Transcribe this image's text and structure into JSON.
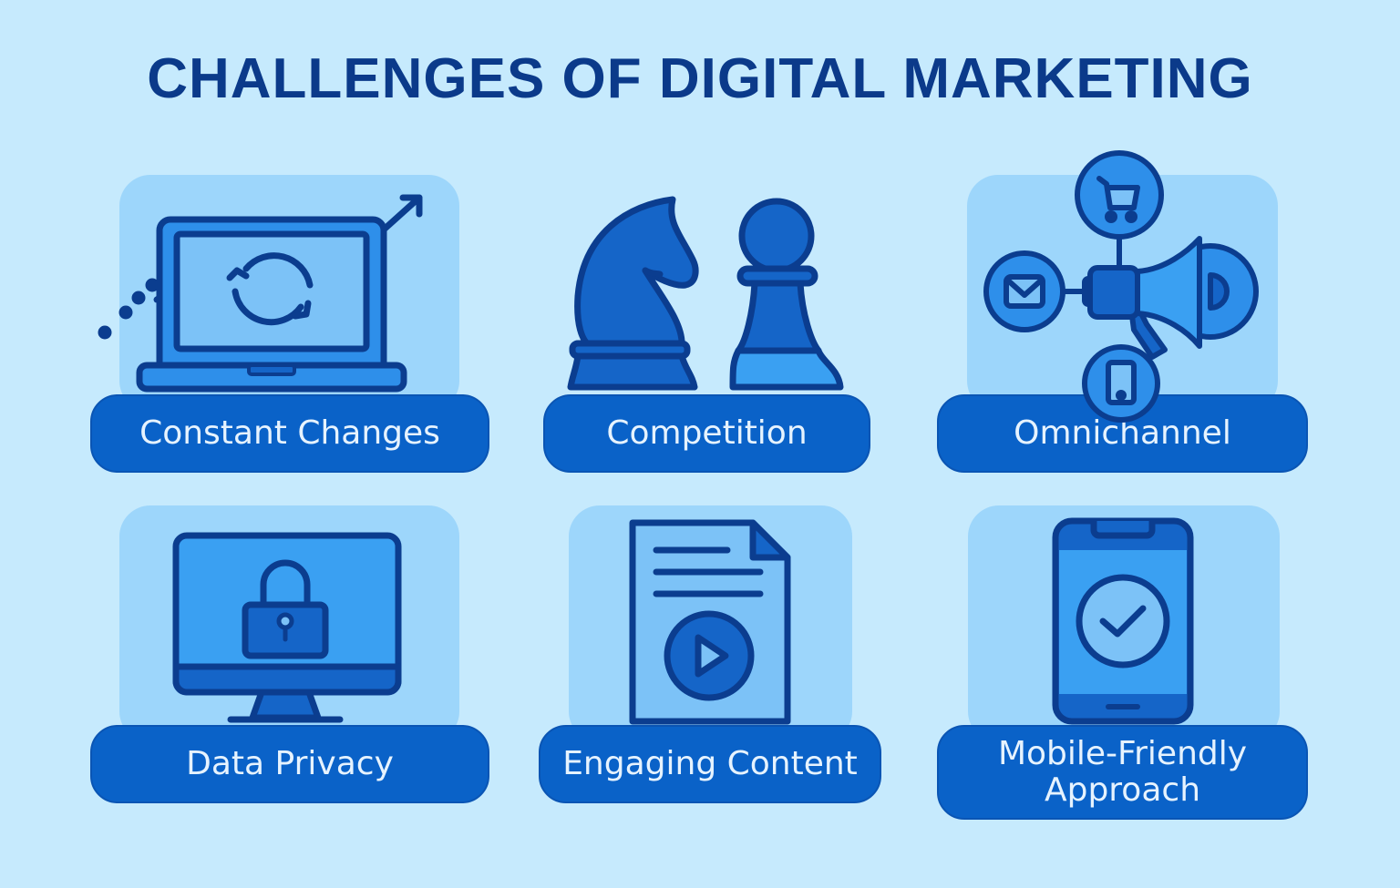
{
  "title": "CHALLENGES OF DIGITAL MARKETING",
  "colors": {
    "background": "#C6EAFD",
    "panel": "#9DD6FB",
    "pill": "#0A62C8",
    "outline": "#0B3D8F",
    "icon_fill_dark": "#1565C8",
    "icon_fill_mid": "#2E8FEA",
    "icon_fill_light": "#7CC2F7",
    "title_text": "#0B3A8A",
    "label_text": "#E6F3FF"
  },
  "cards": [
    {
      "label": "Constant Changes",
      "icon": "laptop-refresh-icon"
    },
    {
      "label": "Competition",
      "icon": "chess-knight-pawn-icon"
    },
    {
      "label": "Omnichannel",
      "icon": "megaphone-channels-icon"
    },
    {
      "label": "Data Privacy",
      "icon": "monitor-lock-icon"
    },
    {
      "label": "Engaging Content",
      "icon": "document-play-icon"
    },
    {
      "label": "Mobile-Friendly Approach",
      "icon": "smartphone-check-icon"
    }
  ]
}
